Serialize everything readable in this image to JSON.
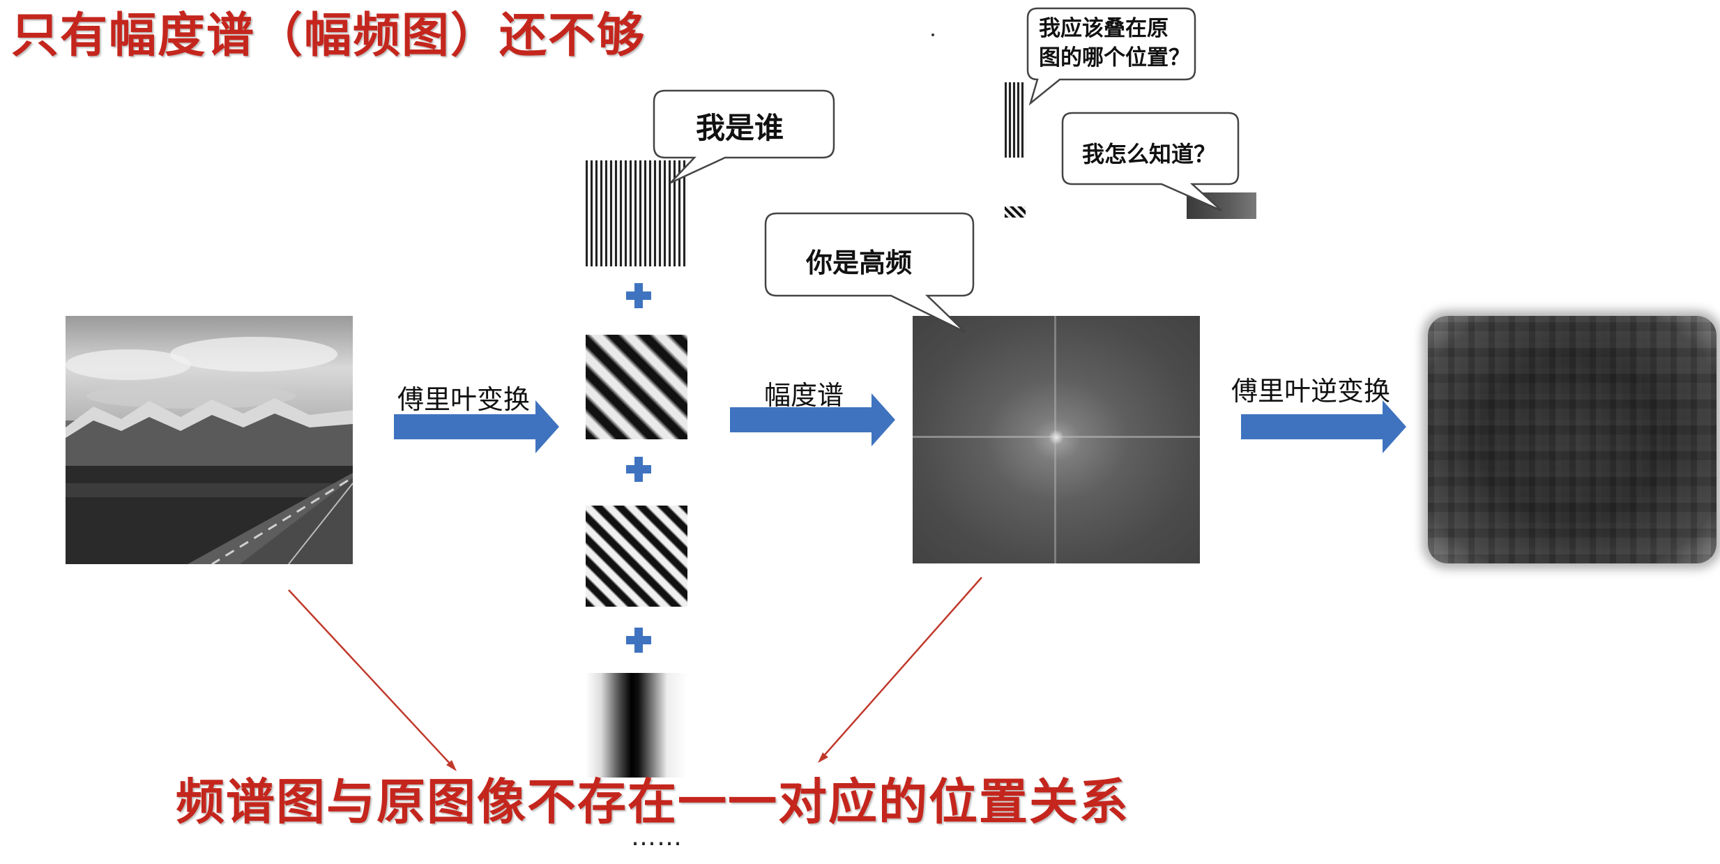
{
  "title": "只有幅度谱（幅频图）还不够",
  "conclusion": "频谱图与原图像不存在一一对应的位置关系",
  "ellipsis": "……",
  "arrows": {
    "fourier": "傅里叶变换",
    "amplitude": "幅度谱",
    "inverse": "傅里叶逆变换"
  },
  "bubbles": {
    "who_am_i": "我是谁",
    "you_are_high_freq": "你是高频",
    "where_line1": "我应该叠在原",
    "where_line2": "图的哪个位置？",
    "how_know": "我怎么知道？"
  },
  "colors": {
    "title_red": "#c4261d",
    "arrow_blue": "#3f73bf",
    "plus_blue": "#3f73bf",
    "pointer_red": "#c0392b"
  }
}
